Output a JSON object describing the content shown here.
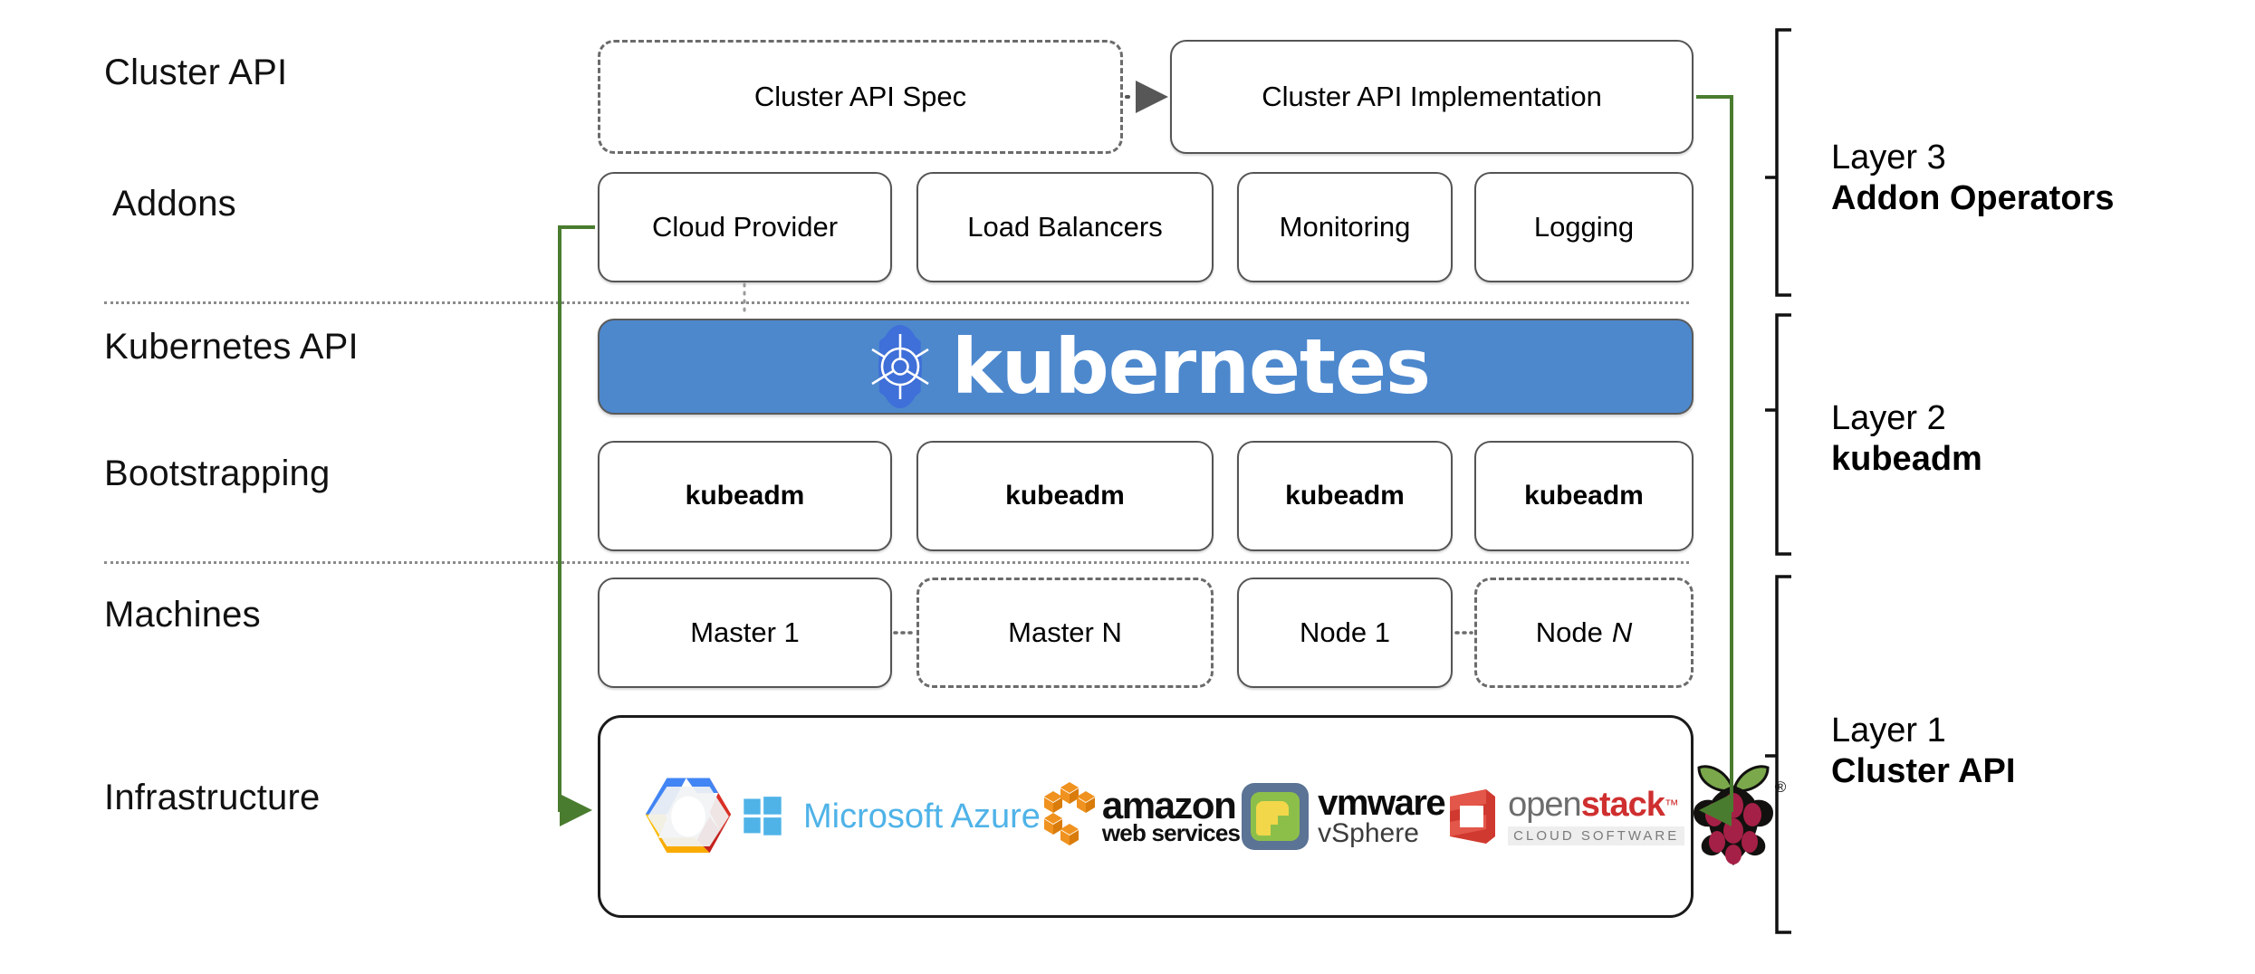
{
  "diagram": {
    "title": "Cluster API layered architecture",
    "accent_blue": "#4d88cd",
    "arrow_green": "#4a7c2f",
    "box_border": "#555555"
  },
  "row_labels": [
    {
      "id": "cluster-api",
      "text": "Cluster API"
    },
    {
      "id": "addons",
      "text": "Addons"
    },
    {
      "id": "kubernetes-api",
      "text": "Kubernetes API"
    },
    {
      "id": "bootstrapping",
      "text": "Bootstrapping"
    },
    {
      "id": "machines",
      "text": "Machines"
    },
    {
      "id": "infrastructure",
      "text": "Infrastructure"
    }
  ],
  "cluster_api_row": {
    "spec": {
      "label": "Cluster API Spec",
      "style": "dashed"
    },
    "implementation": {
      "label": "Cluster API Implementation",
      "style": "solid"
    },
    "connector": "dotted-arrow-right"
  },
  "addons_row": [
    {
      "label": "Cloud Provider",
      "style": "solid"
    },
    {
      "label": "Load Balancers",
      "style": "solid"
    },
    {
      "label": "Monitoring",
      "style": "solid"
    },
    {
      "label": "Logging",
      "style": "solid"
    }
  ],
  "kubernetes_band": {
    "wordmark": "kubernetes",
    "logo": "kubernetes-helm-wheel-icon",
    "background": "#4d88cd"
  },
  "bootstrapping_row": [
    {
      "label": "kubeadm",
      "style": "solid"
    },
    {
      "label": "kubeadm",
      "style": "solid"
    },
    {
      "label": "kubeadm",
      "style": "solid"
    },
    {
      "label": "kubeadm",
      "style": "solid"
    }
  ],
  "machines_row": [
    {
      "label": "Master 1",
      "style": "solid",
      "italic_suffix": ""
    },
    {
      "label": "Master N",
      "style": "dashed",
      "italic_suffix": ""
    },
    {
      "label": "Node 1",
      "style": "solid",
      "italic_suffix": ""
    },
    {
      "label": "Node",
      "style": "dashed",
      "italic_suffix": "N"
    }
  ],
  "infrastructure_logos": [
    {
      "name": "google-cloud-platform-logo",
      "alt": "Google Cloud Platform"
    },
    {
      "name": "microsoft-azure-logo",
      "alt": "Microsoft Azure",
      "wordmark": "Microsoft Azure"
    },
    {
      "name": "amazon-web-services-logo",
      "alt": "Amazon Web Services",
      "wordmark_top": "amazon",
      "wordmark_bottom": "web services"
    },
    {
      "name": "vmware-vsphere-logo",
      "alt": "VMware vSphere",
      "wordmark_top": "vmware",
      "wordmark_bottom": "vSphere"
    },
    {
      "name": "openstack-logo",
      "alt": "OpenStack Cloud Software",
      "wordmark_a": "open",
      "wordmark_b": "stack",
      "wordmark_tm": "™",
      "wordmark_sub": "CLOUD SOFTWARE"
    },
    {
      "name": "raspberry-pi-logo",
      "alt": "Raspberry Pi",
      "registered": "®"
    }
  ],
  "layers": [
    {
      "id": "layer-3",
      "top": "Layer 3",
      "bottom": "Addon Operators"
    },
    {
      "id": "layer-2",
      "top": "Layer 2",
      "bottom": "kubeadm"
    },
    {
      "id": "layer-1",
      "top": "Layer 1",
      "bottom": "Cluster API"
    }
  ]
}
